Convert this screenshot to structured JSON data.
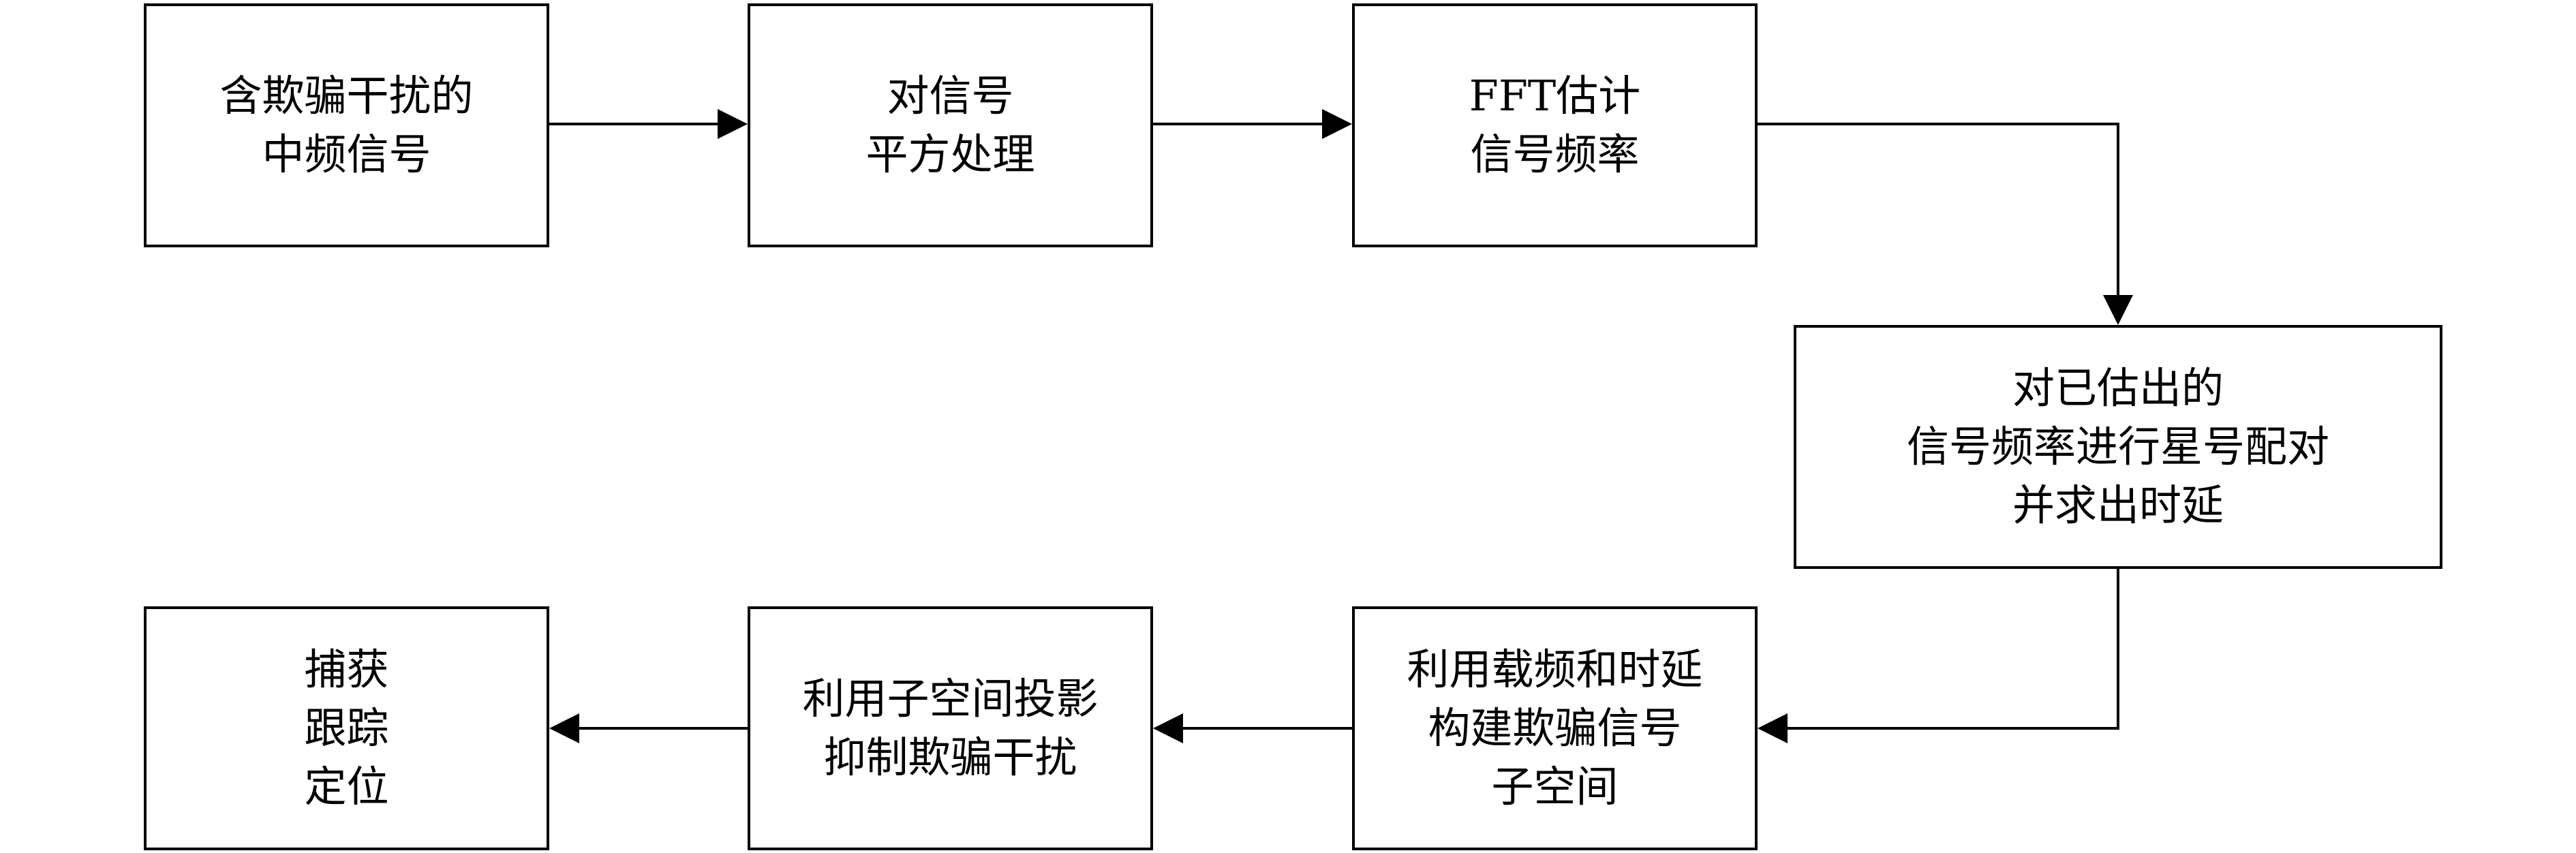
{
  "diagram": {
    "nodes": [
      {
        "id": "b1",
        "lines": [
          "含欺骗干扰的",
          "中频信号"
        ]
      },
      {
        "id": "b2",
        "lines": [
          "对信号",
          "平方处理"
        ]
      },
      {
        "id": "b3",
        "lines": [
          "FFT估计",
          "信号频率"
        ]
      },
      {
        "id": "b4",
        "lines": [
          "对已估出的",
          "信号频率进行星号配对",
          "并求出时延"
        ]
      },
      {
        "id": "b5",
        "lines": [
          "利用载频和时延",
          "构建欺骗信号",
          "子空间"
        ]
      },
      {
        "id": "b6",
        "lines": [
          "利用子空间投影",
          "抑制欺骗干扰"
        ]
      },
      {
        "id": "b7",
        "lines": [
          "捕获",
          "跟踪",
          "定位"
        ]
      }
    ],
    "edges": [
      {
        "from": "b1",
        "to": "b2"
      },
      {
        "from": "b2",
        "to": "b3"
      },
      {
        "from": "b3",
        "to": "b4"
      },
      {
        "from": "b4",
        "to": "b5"
      },
      {
        "from": "b5",
        "to": "b6"
      },
      {
        "from": "b6",
        "to": "b7"
      }
    ],
    "colors": {
      "stroke": "#000000",
      "fill": "#ffffff",
      "text": "#000000"
    }
  }
}
